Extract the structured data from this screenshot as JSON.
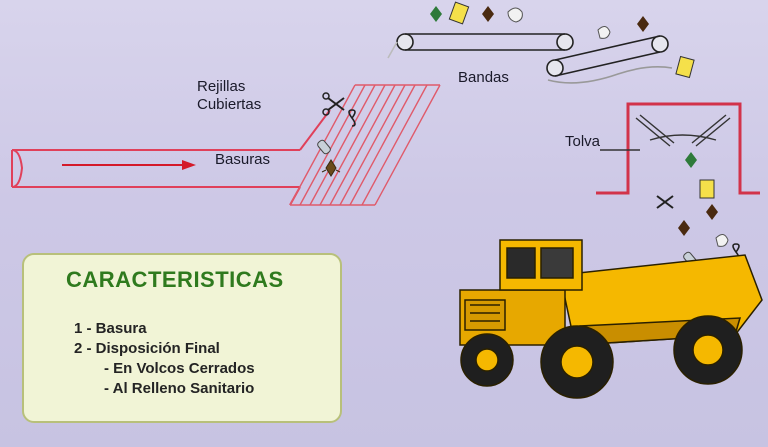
{
  "labels": {
    "rejillas_line1": "Rejillas",
    "rejillas_line2": "Cubiertas",
    "basuras": "Basuras",
    "bandas": "Bandas",
    "tolva": "Tolva"
  },
  "info_box": {
    "title": "CARACTERISTICAS",
    "items": [
      "1 - Basura",
      "2 - Disposición Final",
      "- En Volcos Cerrados",
      "- Al Relleno Sanitario"
    ]
  },
  "colors": {
    "pipe": "#e0405a",
    "arrow": "#d41a2a",
    "truck_body": "#f5b800",
    "title_green": "#2f7a1e",
    "info_bg": "#f1f4d6"
  },
  "icons": [
    "scissors-icon",
    "leaf-icon",
    "can-icon",
    "bottle-icon",
    "glove-icon",
    "worm-icon",
    "dump-truck-icon"
  ]
}
